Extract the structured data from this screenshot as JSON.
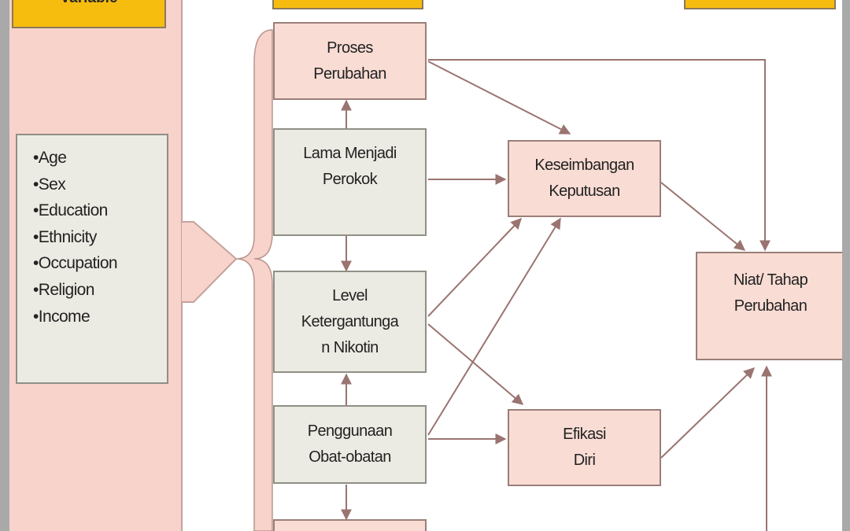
{
  "headers": {
    "left": "Variable",
    "middle": "",
    "right": ""
  },
  "demographics": {
    "items": [
      "•Age",
      "•Sex",
      "•Education",
      "•Ethnicity",
      "•Occupation",
      "•Religion",
      "•Income"
    ]
  },
  "nodes": {
    "proses": "Proses\nPerubahan",
    "lama": "Lama Menjadi\nPerokok",
    "level": "Level\nKetergantunga\nn Nikotin",
    "penggunaan": "Penggunaan\nObat-obatan",
    "keseimbangan": "Keseimbangan\nKeputusan",
    "efikasi": "Efikasi\nDiri",
    "niat": "Niat/ Tahap\nPerubahan",
    "bottom": ""
  },
  "colors": {
    "band": "#f8d3cb",
    "header": "#f7bd0e",
    "pink_box": "#f9dcd4",
    "gray_box": "#ecebe3",
    "arrow": "#9a7470"
  }
}
